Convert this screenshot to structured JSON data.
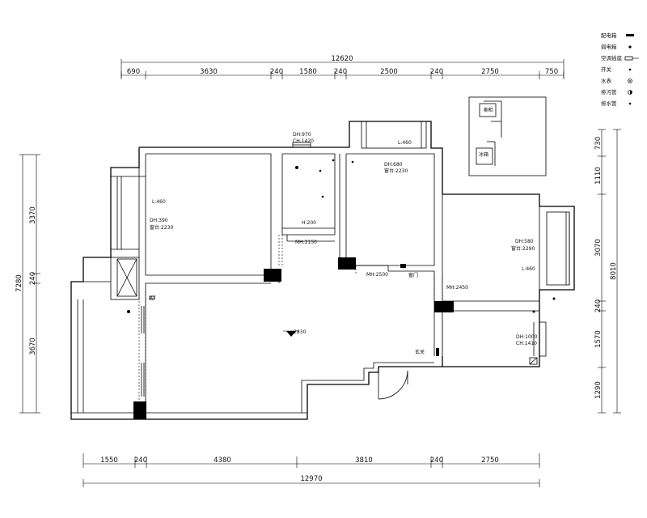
{
  "dimensions": {
    "top_total": "12620",
    "top_segments": [
      "690",
      "3630",
      "240",
      "1580",
      "240",
      "2500",
      "240",
      "2750",
      "750"
    ],
    "bottom_total": "12970",
    "bottom_segments": [
      "1550",
      "240",
      "4380",
      "3810",
      "240",
      "2750"
    ],
    "left_total": "7280",
    "left_segments": [
      "3370",
      "240",
      "3670"
    ],
    "right_total": "8010",
    "right_segments": [
      "730",
      "1110",
      "3070",
      "240",
      "1570",
      "1290"
    ]
  },
  "annotations": {
    "floor_level": "+2830",
    "bedroom_left_lamp": "L:460",
    "bedroom_left_dh": "DH:390",
    "bedroom_left_height": "窗台:2230",
    "bath_window_a": "DH:970",
    "bath_window_b": "CH:1420",
    "bath_h": "H:200",
    "bath_mh": "MH:2150",
    "bedroom_mid_lamp": "L:460",
    "bedroom_mid_dh": "DH:680",
    "bedroom_mid_height": "窗台:2230",
    "mid_door_mh": "MH:2500",
    "mid_door_label": "窗门",
    "right_room_dh": "DH:580",
    "right_room_height": "窗台:2290",
    "right_room_lamp": "L:460",
    "right_room_mh": "MH:2450",
    "kitchen_dh": "DH:1000",
    "kitchen_ch": "CH:1410",
    "inset_label_a": "橱柜",
    "inset_label_b": "冰箱",
    "entry_label": "玄关",
    "small_mark": "AT"
  },
  "legend": {
    "items": [
      "配电箱",
      "弱电箱",
      "空调插座",
      "开关",
      "水表",
      "排污管",
      "排水管"
    ]
  }
}
